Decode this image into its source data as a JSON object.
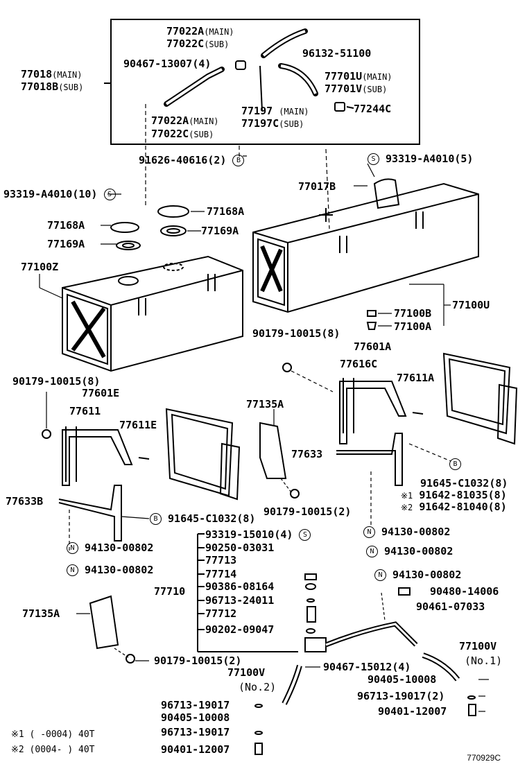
{
  "labels": {
    "p77022a_top": "77022A",
    "main1": "(MAIN)",
    "p77022c_top": "77022C",
    "sub1": "(SUB)",
    "p77018": "77018",
    "main2": "(MAIN)",
    "p77018b": "77018B",
    "sub2": "(SUB)",
    "p90467_13007": "90467-13007(4)",
    "p96132": "96132-51100",
    "p77701u": "77701U",
    "main3": "(MAIN)",
    "p77701v": "77701V",
    "sub3": "(SUB)",
    "p77022a_bot": "77022A",
    "main4": "(MAIN)",
    "p77022c_bot": "77022C",
    "sub4": "(SUB)",
    "p77197": "77197",
    "main5": "(MAIN)",
    "p77197c": "77197C",
    "sub5": "(SUB)",
    "p77244c": "77244C",
    "p91626": "91626-40616(2)",
    "mark_b": "B",
    "p93319_a4010_5": "93319-A4010(5)",
    "mark_s": "S",
    "p93319_a4010_10": "93319-A4010(10)",
    "p77017b": "77017B",
    "p77168a_r": "77168A",
    "p77169a_r": "77169A",
    "p77168a_l": "77168A",
    "p77169a_l": "77169A",
    "p77100z": "77100Z",
    "p77100b": "77100B",
    "p77100a": "77100A",
    "p77100u": "77100U",
    "p90179_r": "90179-10015(8)",
    "p77601a": "77601A",
    "p77616c": "77616C",
    "p77611a": "77611A",
    "p90179_l": "90179-10015(8)",
    "p77601e": "77601E",
    "p77611": "77611",
    "p77611e": "77611E",
    "p77135a_c": "77135A",
    "p77633": "77633",
    "p91645_r": "91645-C1032(8)",
    "p91642_1": "91642-81035(8)",
    "p91642_2": "91642-81040(8)",
    "mark1": "※1",
    "mark2": "※2",
    "p90179_c": "90179-10015(2)",
    "p77633b": "77633B",
    "p91645_l": "91645-C1032(8)",
    "p94130_1": "94130-00802",
    "p94130_2": "94130-00802",
    "p94130_3": "94130-00802",
    "p94130_4": "94130-00802",
    "p94130_5": "94130-00802",
    "mark_n": "N",
    "p93319_15010": "93319-15010(4)",
    "p90250": "90250-03031",
    "p77713": "77713",
    "p77714": "77714",
    "p90386": "90386-08164",
    "p96713_24011": "96713-24011",
    "p77712": "77712",
    "p90202": "90202-09047",
    "p77710": "77710",
    "p90480": "90480-14006",
    "p90461": "90461-07033",
    "p77135a_l": "77135A",
    "p90179_b": "90179-10015(2)",
    "p77100v_r": "77100V",
    "no1": "(No.1)",
    "p77100v_l": "77100V",
    "no2": "(No.2)",
    "p90467_15012": "90467-15012(4)",
    "p90405_r": "90405-10008",
    "p96713_r": "96713-19017(2)",
    "p90401_r": "90401-12007",
    "p96713_l1": "96713-19017",
    "p90405_l": "90405-10008",
    "p96713_l2": "96713-19017",
    "p90401_l": "90401-12007",
    "foot1": "※1 (      -0004) 40T",
    "foot2": "※2 (0004-        ) 40T",
    "diagram_code": "770929C"
  }
}
